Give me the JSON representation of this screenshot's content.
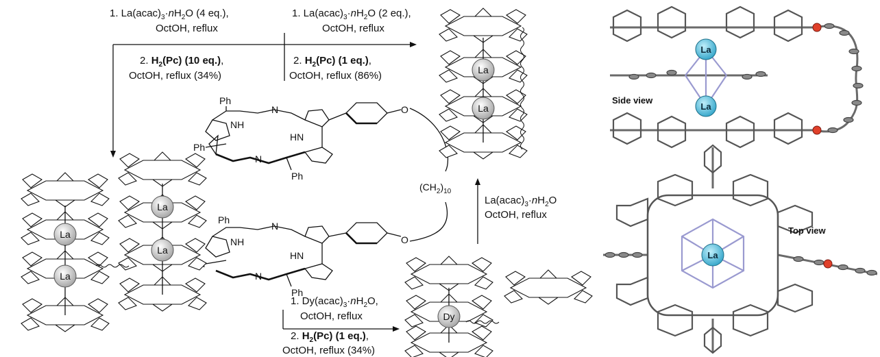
{
  "arrows": {
    "left": {
      "step1_line1": "1. La(acac)",
      "step1_sub": "3",
      "step1_mid": "·",
      "step1_italic": "n",
      "step1_after": "H",
      "step1_sub2": "2",
      "step1_tail": "O (4 eq.),",
      "step1_line2": "OctOH, reflux",
      "step2_line1_a": "2. ",
      "step2_line1_bold": "H",
      "step2_line1_bold_sub": "2",
      "step2_line1_bold2": "(Pc) (10 eq.)",
      "step2_line1_tail": ",",
      "step2_line2": "OctOH, reflux (34%)"
    },
    "right": {
      "step1_line1": "1. La(acac)",
      "step1_sub": "3",
      "step1_mid": "·",
      "step1_italic": "n",
      "step1_after": "H",
      "step1_sub2": "2",
      "step1_tail": "O (2 eq.),",
      "step1_line2": "OctOH, reflux",
      "step2_line1_a": "2. ",
      "step2_line1_bold": "H",
      "step2_line1_bold_sub": "2",
      "step2_line1_bold2": "(Pc) (1 eq.)",
      "step2_line1_tail": ",",
      "step2_line2": "OctOH, reflux (86%)"
    },
    "up": {
      "line1": "La(acac)",
      "sub": "3",
      "mid": "·",
      "italic": "n",
      "after": "H",
      "sub2": "2",
      "tail": "O",
      "line2": "OctOH, reflux"
    },
    "bottom": {
      "step1_line1": "1. Dy(acac)",
      "step1_sub": "3",
      "step1_mid": "·",
      "step1_italic": "n",
      "step1_after": "H",
      "step1_sub2": "2",
      "step1_tail": "O,",
      "step1_line2": "OctOH, reflux",
      "step2_line1_a": "2. ",
      "step2_line1_bold": "H",
      "step2_line1_bold_sub": "2",
      "step2_line1_bold2": "(Pc) (1 eq.)",
      "step2_line1_tail": ",",
      "step2_line2": "OctOH, reflux (34%)"
    }
  },
  "atoms": {
    "ph": "Ph",
    "nh": "NH",
    "hn": "HN",
    "n": "N",
    "o": "O",
    "linker": "(CH",
    "linker_sub": "2",
    "linker_close": ")",
    "linker_sub2": "10"
  },
  "metals": {
    "la": "La",
    "dy": "Dy"
  },
  "crystal": {
    "side_view": "Side view",
    "top_view": "Top view",
    "la": "La"
  },
  "colors": {
    "la_ion": "#5ec6e6",
    "oxygen": "#e0402a",
    "nitrogen": "#9a9ad0",
    "carbon": "#8a8a8a"
  }
}
